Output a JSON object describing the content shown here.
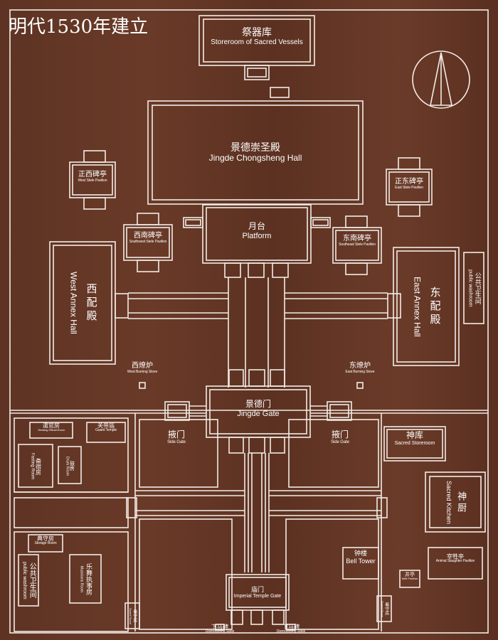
{
  "title": "明代1530年建立",
  "buildings": {
    "storeroom": {
      "zh": "祭器库",
      "en": "Storeroom of Sacred Vessels"
    },
    "main_hall": {
      "zh": "景德崇圣殿",
      "en": "Jingde Chongsheng Hall"
    },
    "platform": {
      "zh": "月台",
      "en": "Platform"
    },
    "west_side_pavilion": {
      "zh": "正西碑亭",
      "en": "West Stele Pavilion"
    },
    "east_side_pavilion": {
      "zh": "正东碑亭",
      "en": "East Stele Pavilion"
    },
    "sw_pavilion": {
      "zh": "西南碑亭",
      "en": "Southwest Stele Pavilion"
    },
    "se_pavilion": {
      "zh": "东南碑亭",
      "en": "Southeast Stele Pavilion"
    },
    "west_annex": {
      "zh": "西配殿",
      "en": "West Annex Hall"
    },
    "east_annex": {
      "zh": "东配殿",
      "en": "East Annex Hall"
    },
    "washroom_east": {
      "zh": "公共卫生间",
      "en": "public washroom"
    },
    "west_stove": {
      "zh": "西燎炉",
      "en": "West Burning Stove"
    },
    "east_stove": {
      "zh": "东燎炉",
      "en": "East Burning Stove"
    },
    "jingde_gate": {
      "zh": "景德门",
      "en": "Jingde Gate"
    },
    "side_gate_west": {
      "zh": "掖门",
      "en": "Side Gate"
    },
    "side_gate_east": {
      "zh": "掖门",
      "en": "Side Gate"
    },
    "sacred_storeroom": {
      "zh": "神库",
      "en": "Sacred Storeroom"
    },
    "sacred_kitchen": {
      "zh": "神厨",
      "en": "Sacred Kitchen"
    },
    "vessels_room": {
      "zh": "遣官房",
      "en": "Sending Official Room"
    },
    "guard_temple": {
      "zh": "关帝庙",
      "en": "Guard Temple"
    },
    "fasting_room": {
      "zh": "斋宿房",
      "en": "Fasting Room"
    },
    "storage_room_small": {
      "zh": "鼓房",
      "en": "Drum Room"
    },
    "storage_room": {
      "zh": "典守房",
      "en": "Storage Room"
    },
    "washroom_west": {
      "zh": "公共卫生间",
      "en": "public washroom"
    },
    "music_room": {
      "zh": "乐舞执事房",
      "en": "Musicians Room"
    },
    "bell_tower": {
      "zh": "钟楼",
      "en": "Bell Tower"
    },
    "well_pavilion": {
      "zh": "井亭",
      "en": "Well Pavilion"
    },
    "animal_pavilion": {
      "zh": "宰牲亭",
      "en": "Animal Slaughter Pavilion"
    },
    "imperial_gate": {
      "zh": "庙门",
      "en": "Imperial Temple Gate"
    },
    "dismount_west": {
      "zh": "下马碑",
      "en": "Dismounting Stele"
    },
    "dismount_east": {
      "zh": "下马碑",
      "en": "Dismounting Stele"
    },
    "guard_w": {
      "zh": "看守房",
      "en": "Guard Room"
    },
    "guard_e": {
      "zh": "看守房",
      "en": "Guard Room"
    }
  },
  "colors": {
    "background": "#5e3323",
    "lines": "#f2ece6"
  },
  "compass": {
    "icon": "north-arrow-icon"
  }
}
